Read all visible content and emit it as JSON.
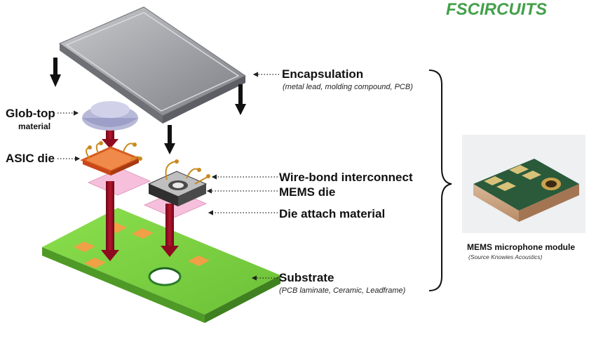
{
  "labels": {
    "encapsulation": "Encapsulation",
    "encapsulation_sub": "(metal lead, molding compound, PCB)",
    "glob_top_1": "Glob-top",
    "glob_top_2": "material",
    "asic_die": "ASIC die",
    "wire_bond": "Wire-bond interconnect",
    "mems_die": "MEMS die",
    "die_attach": "Die attach material",
    "substrate": "Substrate",
    "substrate_sub": "(PCB laminate, Ceramic, Leadframe)"
  },
  "module": {
    "caption": "MEMS microphone module",
    "source": "(Source Knowies Acoustics)"
  },
  "logo": "FSCIRCUITS",
  "colors": {
    "pcb_green": "#7fd445",
    "pad_orange": "#f0a046",
    "arrow_red": "#8e0a1e",
    "lid_gray": "#9b9da3",
    "die_attach_pink": "#f6c0dc",
    "logo_green": "#43a04a"
  }
}
